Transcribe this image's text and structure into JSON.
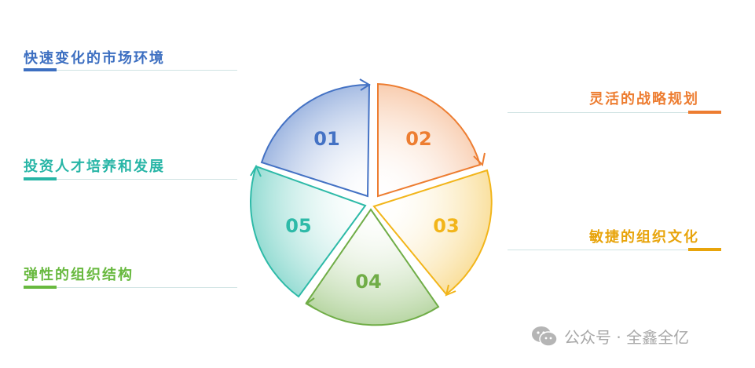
{
  "left_items": [
    {
      "text": "快速变化的市场环境",
      "color": "#3d6fc1"
    },
    {
      "text": "投资人才培养和发展",
      "color": "#27b5a6"
    },
    {
      "text": "弹性的组织结构",
      "color": "#68b93f"
    }
  ],
  "right_items": [
    {
      "text": "灵活的战略规划",
      "color": "#ed7d31"
    },
    {
      "text": "敏捷的组织文化",
      "color": "#e8a40b"
    }
  ],
  "segments": [
    {
      "number": "01",
      "color": "#4472c4"
    },
    {
      "number": "02",
      "color": "#ed7d31"
    },
    {
      "number": "03",
      "color": "#f2b51a"
    },
    {
      "number": "04",
      "color": "#70ad47"
    },
    {
      "number": "05",
      "color": "#2ebaa8"
    }
  ],
  "watermark": {
    "text": "公众号 · 全鑫全亿",
    "icon": "wechat-icon"
  }
}
